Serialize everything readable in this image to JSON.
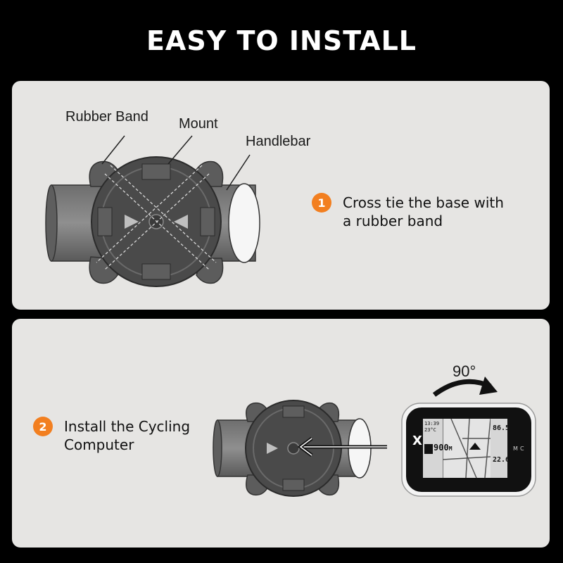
{
  "header": {
    "title": "EASY TO INSTALL"
  },
  "step1": {
    "number": "1",
    "line1": "Cross tie the base with",
    "line2": "a rubber band",
    "labels": {
      "rubber_band": "Rubber Band",
      "mount": "Mount",
      "handlebar": "Handlebar"
    }
  },
  "step2": {
    "number": "2",
    "line1": "Install the Cycling",
    "line2": "Computer",
    "rotation": "90°",
    "device": {
      "logo": "X",
      "distance": "900",
      "distance_unit": "M",
      "time": "13:39",
      "temp": "23°C",
      "stat1": "22.6",
      "stat2": "86.5",
      "buttons": [
        "M",
        "C"
      ]
    }
  },
  "colors": {
    "accent": "#f27f20",
    "panel": "#e6e5e3",
    "background": "#000000"
  }
}
